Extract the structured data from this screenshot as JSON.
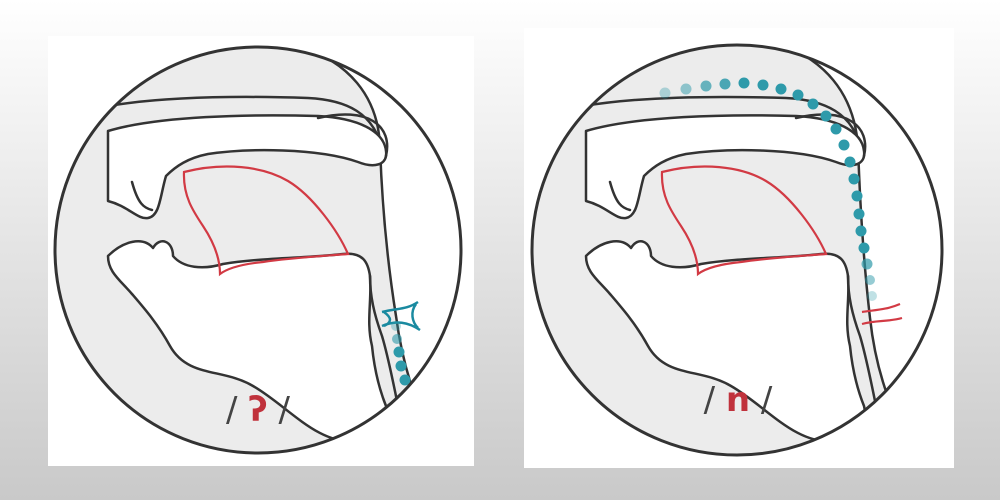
{
  "panels": [
    {
      "label": {
        "left_slash": "/",
        "symbol": "ʔ",
        "right_slash": "/"
      },
      "airflow": "glottis",
      "colors": {
        "outline": "#333333",
        "tongue": "#d23a44",
        "glottis": "#1a8aa0",
        "dots": "#2e9aaa"
      }
    },
    {
      "label": {
        "left_slash": "/",
        "symbol": "n",
        "right_slash": "/"
      },
      "airflow": "nasal",
      "colors": {
        "outline": "#333333",
        "tongue": "#d23a44",
        "glottis": "#d23a44",
        "dots": "#2e9aaa"
      }
    }
  ]
}
